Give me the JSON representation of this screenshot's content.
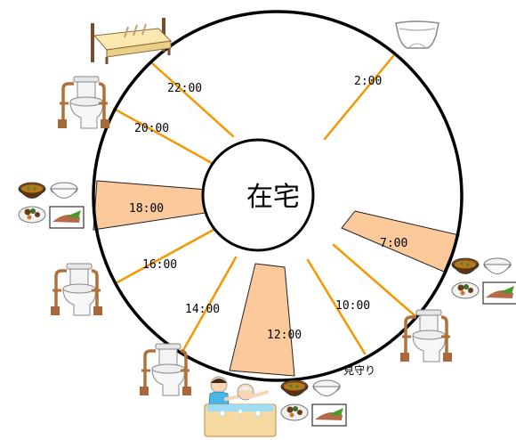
{
  "center": {
    "label": "在宅"
  },
  "times": [
    "2:00",
    "7:00",
    "10:00",
    "12:00",
    "14:00",
    "16:00",
    "18:00",
    "20:00",
    "22:00"
  ],
  "note": "見守り",
  "colors": {
    "line": "#f39800",
    "wedge": "#fcc99b",
    "ring": "#000000"
  },
  "icons": {
    "bed": "bed-icon",
    "diaper": "diaper-icon",
    "toilet": "toilet-icon",
    "meal": "meal-set-icon",
    "bath": "bathing-icon"
  }
}
